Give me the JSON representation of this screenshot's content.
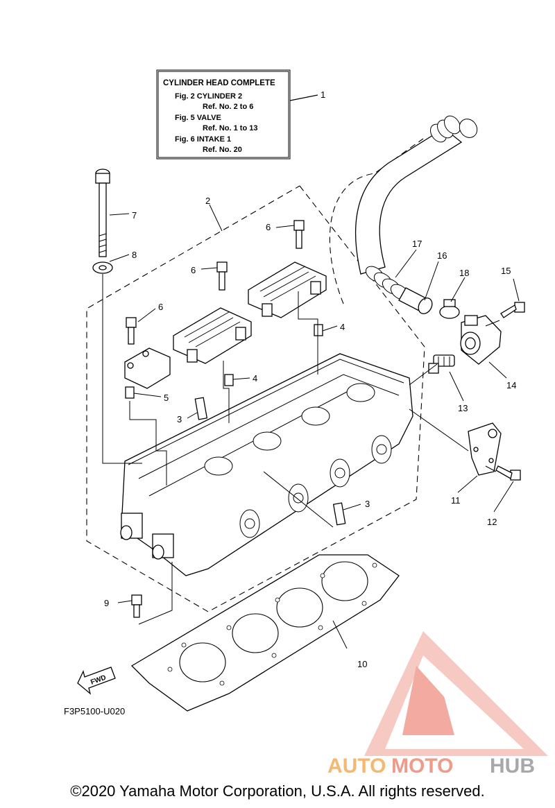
{
  "legend_box": {
    "title": "CYLINDER HEAD COMPLETE",
    "lines": [
      {
        "fig": "Fig. 2 CYLINDER 2",
        "ref": "Ref. No. 2 to 6"
      },
      {
        "fig": "Fig. 5 VALVE",
        "ref": "Ref. No. 1 to 13"
      },
      {
        "fig": "Fig. 6 INTAKE 1",
        "ref": "Ref. No. 20"
      }
    ]
  },
  "callouts": {
    "c1": "1",
    "c2": "2",
    "c3a": "3",
    "c3b": "3",
    "c4a": "4",
    "c4b": "4",
    "c5": "5",
    "c6a": "6",
    "c6b": "6",
    "c6c": "6",
    "c7": "7",
    "c8": "8",
    "c9": "9",
    "c10": "10",
    "c11": "11",
    "c12": "12",
    "c13": "13",
    "c14": "14",
    "c15": "15",
    "c16": "16",
    "c17": "17",
    "c18": "18"
  },
  "fwd_label": "FWD",
  "diagram_code": "F3P5100-U020",
  "watermark": {
    "part1": "AUTO",
    "part2": "MOTO",
    "part3": "HUB"
  },
  "copyright": "©2020 Yamaha Motor Corporation, U.S.A. All rights reserved."
}
